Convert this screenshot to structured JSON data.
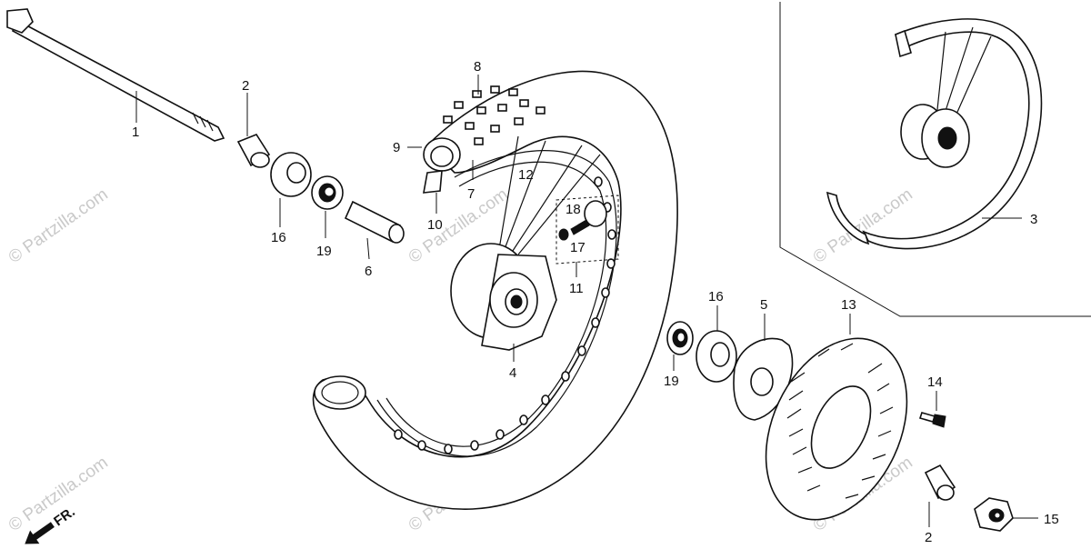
{
  "diagram": {
    "labels": {
      "l1": "1",
      "l2a": "2",
      "l2b": "2",
      "l3": "3",
      "l4": "4",
      "l5": "5",
      "l6": "6",
      "l7": "7",
      "l8": "8",
      "l9": "9",
      "l10": "10",
      "l11": "11",
      "l12": "12",
      "l13": "13",
      "l14": "14",
      "l15": "15",
      "l16a": "16",
      "l16b": "16",
      "l17": "17",
      "l18": "18",
      "l19a": "19",
      "l19b": "19"
    },
    "watermark": "© Partzilla.com",
    "front_indicator": "FR."
  }
}
